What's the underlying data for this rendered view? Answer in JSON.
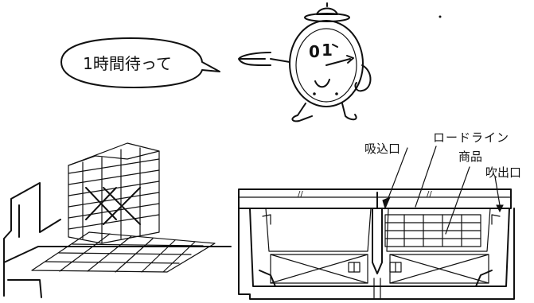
{
  "speech_bubble": {
    "text": "1時間待って"
  },
  "labels": {
    "load_line": "ロードライン",
    "intake": "吸込口",
    "product": "商品",
    "outlet": "吹出口"
  }
}
